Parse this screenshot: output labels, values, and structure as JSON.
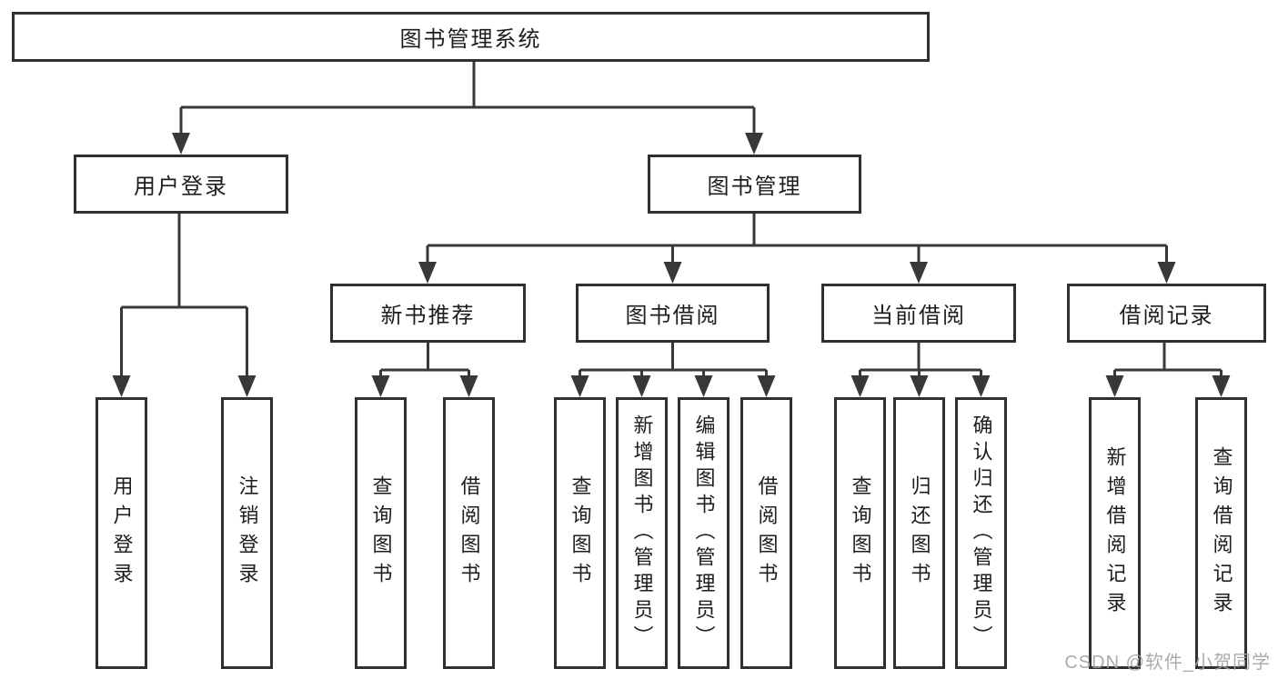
{
  "root": {
    "label": "图书管理系统"
  },
  "branches": {
    "user_login": {
      "label": "用户登录",
      "children": [
        {
          "label": "用户登录"
        },
        {
          "label": "注销登录"
        }
      ]
    },
    "book_mgmt": {
      "label": "图书管理",
      "groups": [
        {
          "label": "新书推荐",
          "children": [
            {
              "label": "查询图书"
            },
            {
              "label": "借阅图书"
            }
          ]
        },
        {
          "label": "图书借阅",
          "children": [
            {
              "label": "查询图书"
            },
            {
              "label": "新增图书（管理员）"
            },
            {
              "label": "编辑图书（管理员）"
            },
            {
              "label": "借阅图书"
            }
          ]
        },
        {
          "label": "当前借阅",
          "children": [
            {
              "label": "查询图书"
            },
            {
              "label": "归还图书"
            },
            {
              "label": "确认归还（管理员）"
            }
          ]
        },
        {
          "label": "借阅记录",
          "children": [
            {
              "label": "新增借阅记录"
            },
            {
              "label": "查询借阅记录"
            }
          ]
        }
      ]
    }
  },
  "watermark": {
    "text": "CSDN @软件_小贺同学"
  },
  "colors": {
    "background": "#ffffff",
    "box_border": "#2f2f2f",
    "line": "#383838",
    "text": "#1d1d1d",
    "watermark": "#a3a3a3"
  }
}
